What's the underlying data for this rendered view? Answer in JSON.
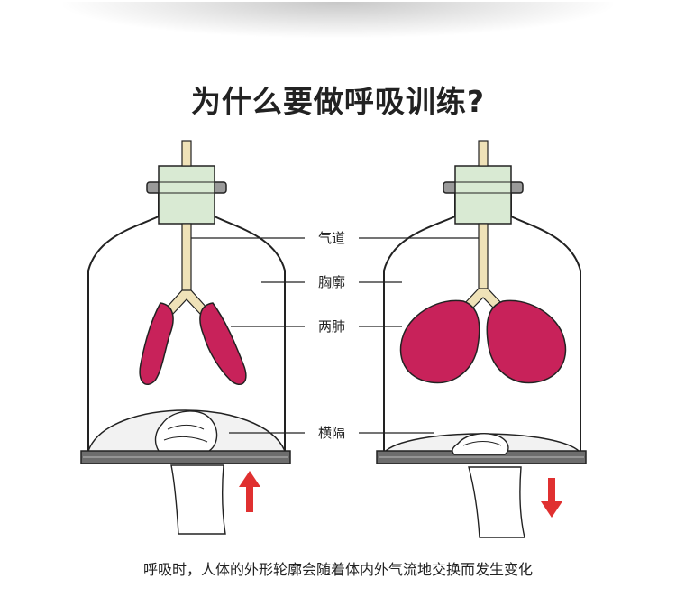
{
  "title": "为什么要做呼吸训练?",
  "labels": {
    "airway": "气道",
    "ribcage": "胸廓",
    "lungs": "两肺",
    "diaphragm": "横隔"
  },
  "caption": "呼吸时，人体的外形轮廓会随着体内外气流地交换而发生变化",
  "colors": {
    "lung": "#c8225a",
    "stopper": "#d9ead3",
    "tube": "#efe2b8",
    "arrow": "#e03030",
    "jar_outline": "#222222",
    "base": "#6d6d6d"
  },
  "panels": [
    {
      "state": "inhale",
      "arrow": "up-arrow-icon"
    },
    {
      "state": "exhale",
      "arrow": "down-arrow-icon"
    }
  ]
}
